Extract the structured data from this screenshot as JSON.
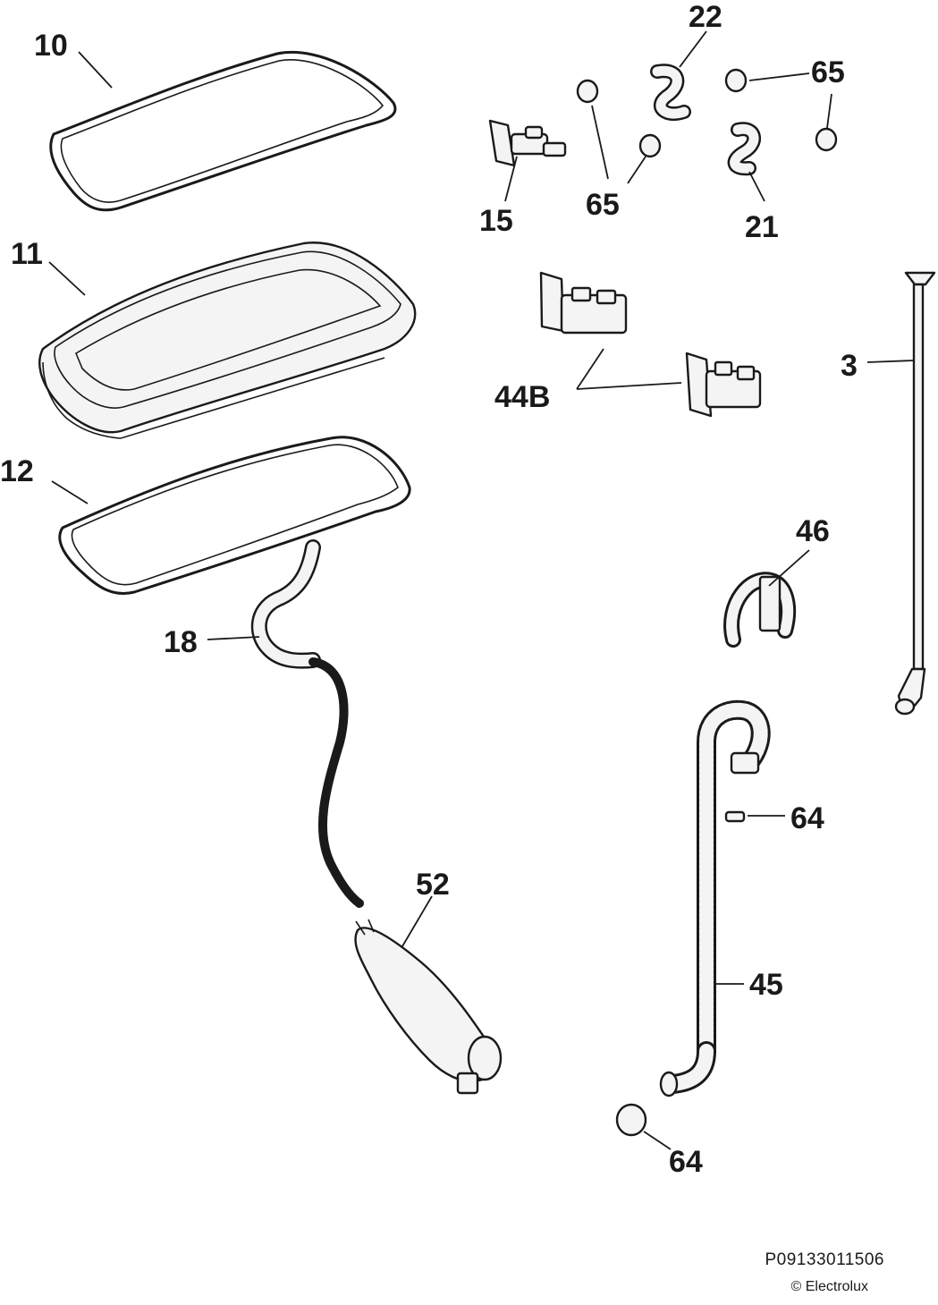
{
  "labels": {
    "p10": "10",
    "p11": "11",
    "p12": "12",
    "p18": "18",
    "p52": "52",
    "p22": "22",
    "p65a": "65",
    "p65b": "65",
    "p15": "15",
    "p21": "21",
    "p44b": "44B",
    "p3": "3",
    "p46": "46",
    "p64a": "64",
    "p45": "45",
    "p64b": "64"
  },
  "footer": {
    "code": "P09133011506",
    "copyright": "© Electrolux"
  }
}
